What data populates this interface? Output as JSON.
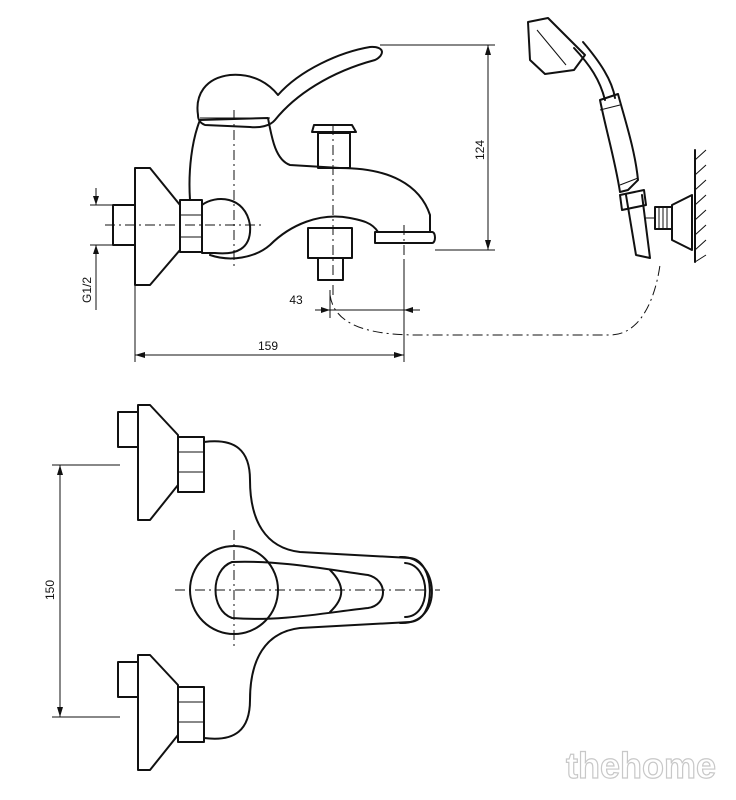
{
  "dimensions": {
    "height": "124",
    "thread": "G1/2",
    "spout_offset": "43",
    "projection": "159",
    "center_distance": "150"
  },
  "watermark": "thehome"
}
